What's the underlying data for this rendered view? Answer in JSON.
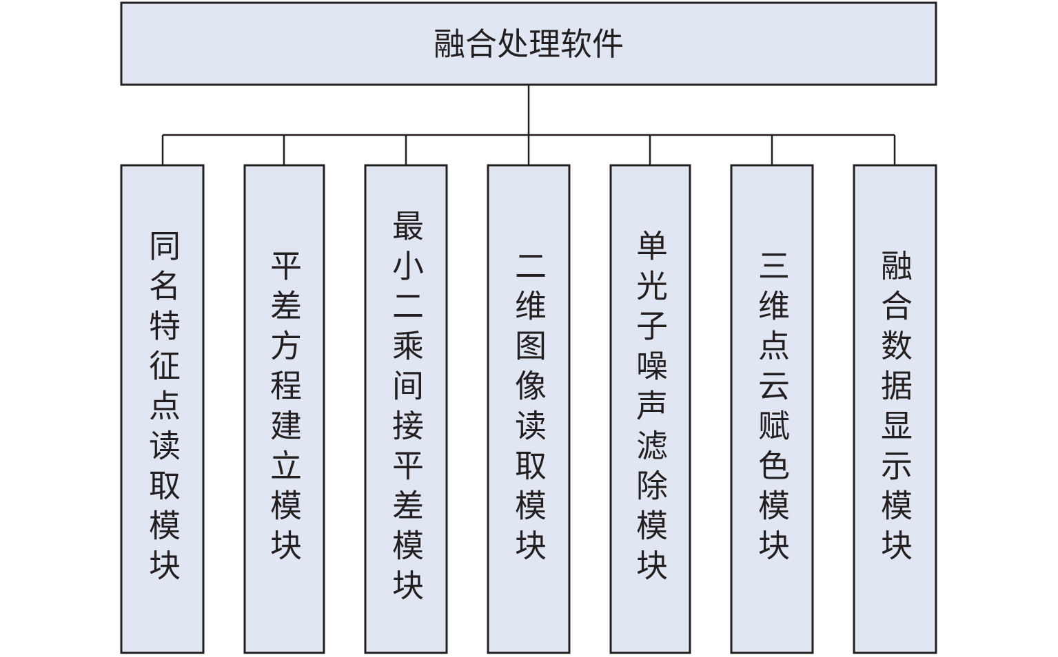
{
  "root": {
    "label": "融合处理软件"
  },
  "modules": [
    {
      "label": "同名特征点读取模块"
    },
    {
      "label": "平差方程建立模块"
    },
    {
      "label": "最小二乘间接平差模块"
    },
    {
      "label": "二维图像读取模块"
    },
    {
      "label": "单光子噪声滤除模块"
    },
    {
      "label": "三维点云赋色模块"
    },
    {
      "label": "融合数据显示模块"
    }
  ],
  "colors": {
    "box_fill": "#e0e6f2",
    "stroke": "#231f20",
    "text": "#231f20"
  }
}
